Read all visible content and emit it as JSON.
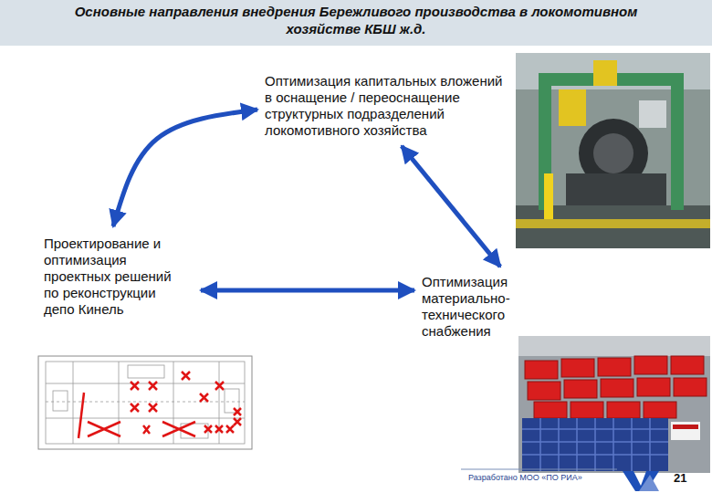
{
  "diagram": {
    "title": "Основные направления внедрения Бережливого производства в локомотивном хозяйстве КБШ ж.д.",
    "nodes": [
      {
        "text": [
          "Оптимизация капитальных вложений в оснащение / переоснащение структурных подразделений локомотивного хозяйства"
        ]
      },
      {
        "text": [
          "Проектирование и оптимизация проектных решений по реконструкции депо Кинель"
        ]
      },
      {
        "text": [
          "Оптимизация материально-технического снабжения"
        ]
      }
    ],
    "edges": [
      {
        "from": 0,
        "to": 1,
        "arrow": "both"
      },
      {
        "from": 0,
        "to": 2,
        "arrow": "both"
      },
      {
        "from": 1,
        "to": 2,
        "arrow": "both"
      }
    ],
    "labels": [
      "Разработано МОО «ПО РИА»",
      "21"
    ]
  }
}
